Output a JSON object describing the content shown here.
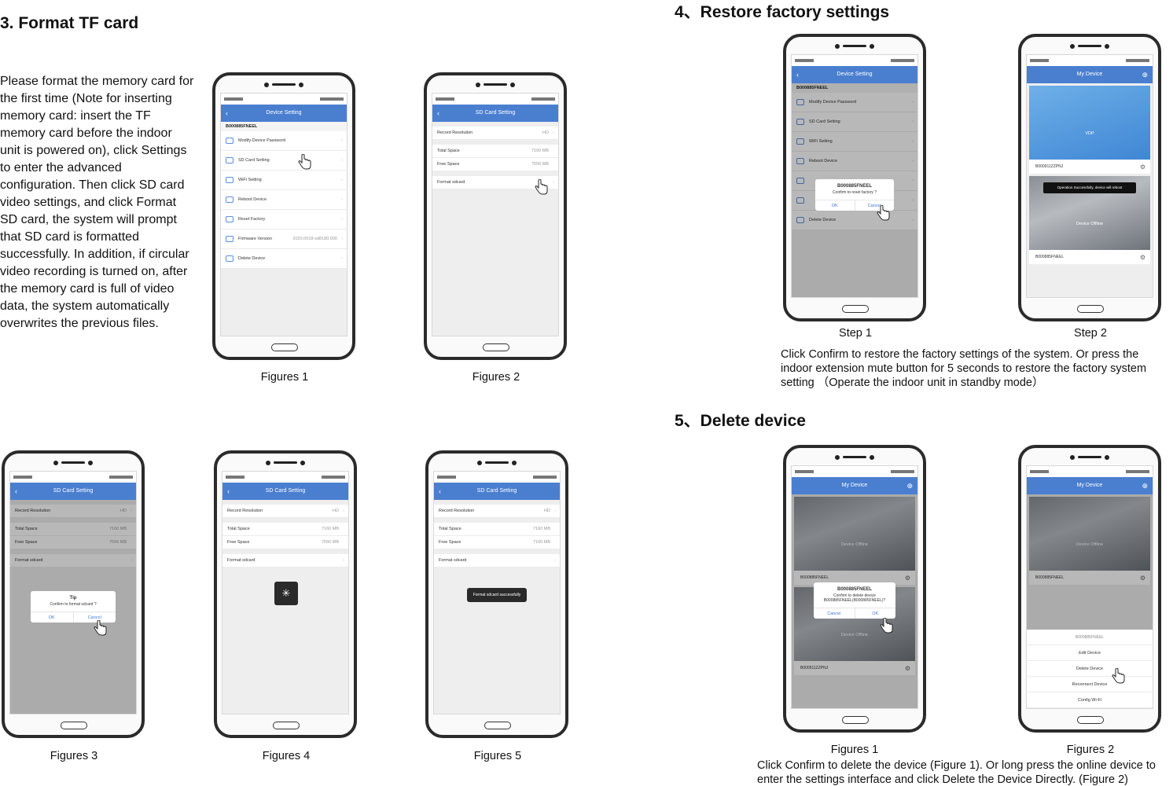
{
  "format_section": {
    "heading": "3. Format TF card",
    "paragraph": "Please format the memory card for the first time (Note for inserting memory card: insert the TF memory card before the indoor unit is powered on), click Settings to enter the advanced configuration. Then click SD card video settings, and click Format SD card, the system will prompt that SD card is formatted successfully. In addition, if circular video recording is turned on, after the memory card is full of video data, the system automatically overwrites the previous files.",
    "captions": [
      "Figures 1",
      "Figures 2",
      "Figures 3",
      "Figures 4",
      "Figures 5"
    ]
  },
  "restore_section": {
    "heading": "4、Restore factory settings",
    "captions": [
      "Step 1",
      "Step 2"
    ],
    "note": "Click Confirm to restore the factory settings of the system. Or press the indoor extension mute button for 5 seconds to restore the factory system setting （Operate the indoor unit in standby mode）"
  },
  "delete_section": {
    "heading": "5、Delete device",
    "captions": [
      "Figures 1",
      "Figures 2"
    ],
    "note": "Click Confirm to delete the device (Figure 1). Or long press the online device to enter the settings interface and click Delete the Device Directly. (Figure 2)"
  },
  "app": {
    "device_setting_title": "Device Setting",
    "sd_card_setting_title": "SD Card Setting",
    "my_device_title": "My Device",
    "device_id": "B000885FNEEL",
    "device_id_2": "B000911ZZPNJ",
    "menu": {
      "modify_password": "Modify Device Password",
      "sd_card_setting": "SD Card Setting",
      "wifi_setting": "WiFi Setting",
      "reboot_device": "Reboot Device",
      "reset_factory": "Reset Factory",
      "firmware_version": "Firmware Version",
      "firmware_value": "2020.0018-sd8180.000",
      "delete_device": "Delete Device"
    },
    "sd": {
      "record_resolution": "Record Resolution",
      "resolution_value": "HD",
      "total_space": "Total Space",
      "total_value": "7160 MB",
      "free_space": "Free Space",
      "free_value_a": "7556 MB",
      "free_value_b": "7160 MB",
      "format_sdcard": "Format sdcard"
    },
    "dialogs": {
      "tip_title": "Tip",
      "tip_message": "Confirm to format sdcard ?",
      "reset_message": "Confirm to reset factory ?",
      "delete_message": "Confirm to delete device B000885FNEEL(B000885FNEEL)?",
      "ok": "OK",
      "cancel": "Cancel",
      "format_success": "Format sdcard successfully",
      "operation_success": "Operation Successfully, device will reboot"
    },
    "device_offline": "Device Offline",
    "vdp": "VDP",
    "sheet": {
      "edit_device": "Edit Device",
      "delete_device": "Delete Device",
      "reconnect_device": "Reconnect Device",
      "config_wifi": "Config Wi-Fi"
    },
    "icons": [
      "back-arrow-icon",
      "chevron-right-icon",
      "lock-icon",
      "sd-card-icon",
      "wifi-icon",
      "power-icon",
      "reset-icon",
      "firmware-icon",
      "trash-icon",
      "gear-icon",
      "plus-icon",
      "hand-pointer-icon",
      "spinner-icon"
    ],
    "accent_color": "#4a7fd0"
  }
}
